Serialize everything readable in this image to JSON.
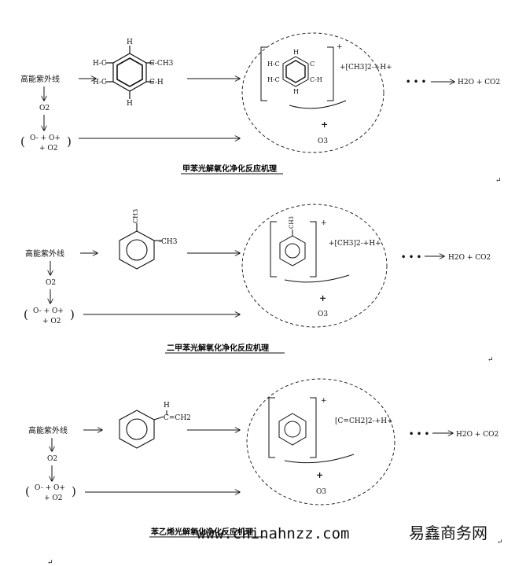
{
  "sections": [
    {
      "source_label": "高能紫外线",
      "o2_label": "O2",
      "oxy_line1": "O- + O+",
      "oxy_line2": "+ O2",
      "reactant_labels": [
        "H",
        "H-C",
        "C-CH3",
        "H-C",
        "C-H",
        "H"
      ],
      "radical_labels": [
        "H",
        "H-C",
        "C",
        "H-C",
        "C-H",
        "H"
      ],
      "radical_charge": "+",
      "fragment": "+[CH3]2-+H+",
      "plus": "+",
      "o3_label": "O3",
      "ellipsis": "• • •",
      "products": "H2O + CO2",
      "caption": "甲苯光解氧化净化反应机理"
    },
    {
      "source_label": "高能紫外线",
      "o2_label": "O2",
      "oxy_line1": "O- + O+",
      "oxy_line2": "+ O2",
      "reactant_substituents": [
        "CH3",
        "-CH3"
      ],
      "radical_substituent": "CH3",
      "radical_charge": "+",
      "fragment": "+[CH3]2-+H+",
      "plus": "+",
      "o3_label": "O3",
      "ellipsis": "• • •",
      "products": "H2O + CO2",
      "caption": "二甲苯光解氧化净化反应机理"
    },
    {
      "source_label": "高能紫外线",
      "o2_label": "O2",
      "oxy_line1": "O- + O+",
      "oxy_line2": "+ O2",
      "reactant_substituents": [
        "H",
        "C=CH2"
      ],
      "radical_charge": "+",
      "fragment": "[C=CH2]2-+H+",
      "plus": "+",
      "o3_label": "O3",
      "ellipsis": "• • •",
      "products": "H2O + CO2",
      "caption": "苯乙烯光解氧化净化反应机理"
    }
  ],
  "watermark": {
    "domain_text": "www.chinahnzz.com",
    "company": "易鑫商务网"
  },
  "para_mark": "↵"
}
